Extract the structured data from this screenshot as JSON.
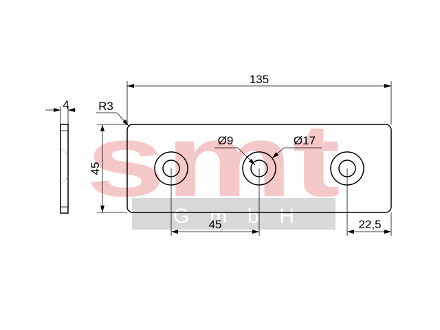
{
  "watermark": {
    "logo_text": "smt",
    "company_text": "G m b H",
    "logo_color": "#f5c8c8",
    "bar_color": "#d9d9d9"
  },
  "dimensions": {
    "overall_length": "135",
    "thickness": "4",
    "corner_radius": "R3",
    "height": "45",
    "hole_diameter": "Ø9",
    "counterbore_diameter": "Ø17",
    "hole_spacing": "45",
    "edge_offset": "22,5"
  },
  "colors": {
    "line": "#000000",
    "background": "#ffffff"
  }
}
